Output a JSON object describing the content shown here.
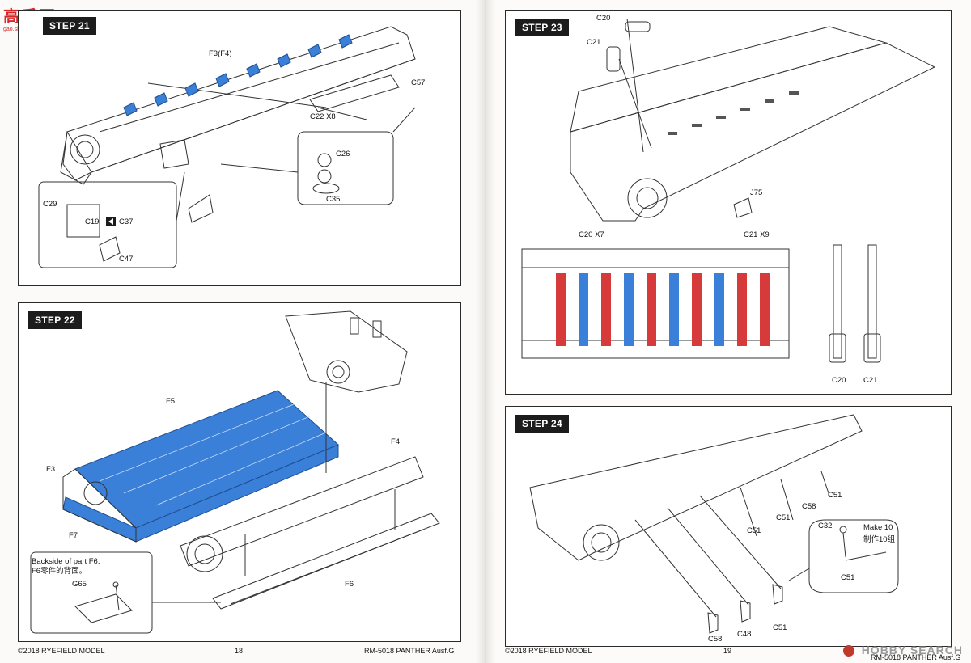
{
  "left_page": {
    "logo": {
      "glyphs": "高手网",
      "url": "gao.shou.com"
    },
    "step21": {
      "label": "STEP 21",
      "callouts": [
        "F3(F4)",
        "C57",
        "C22  X8",
        "C26",
        "C35",
        "C29",
        "C19",
        "C37",
        "C47"
      ]
    },
    "step22": {
      "label": "STEP 22",
      "callouts": [
        "F5",
        "F3",
        "F4",
        "F7",
        "F6",
        "G65"
      ],
      "note_line1": "Backside of part F6.",
      "note_line2": "F6零件的背面。"
    },
    "footer": {
      "copyright": "©2018 RYEFIELD MODEL",
      "page": "18",
      "product": "RM-5018 PANTHER Ausf.G"
    }
  },
  "right_page": {
    "step23": {
      "label": "STEP 23",
      "callouts": [
        "C20",
        "C21",
        "J75",
        "C20  X7",
        "C21  X9",
        "C20",
        "C21"
      ]
    },
    "step24": {
      "label": "STEP 24",
      "callouts": [
        "C32",
        "C51",
        "C51",
        "C58",
        "C51",
        "C51",
        "C48",
        "C58",
        "C51"
      ],
      "make_note": "Make 10",
      "make_note_cn": "制作10组"
    },
    "footer": {
      "copyright": "©2018 RYEFIELD MODEL",
      "page": "19",
      "product": "RM-5018 PANTHER Ausf.G"
    },
    "watermark": "HOBBY SEARCH"
  },
  "colors": {
    "accent_blue": "#3a7fd8",
    "accent_red": "#d63a3a",
    "line": "#333333"
  }
}
